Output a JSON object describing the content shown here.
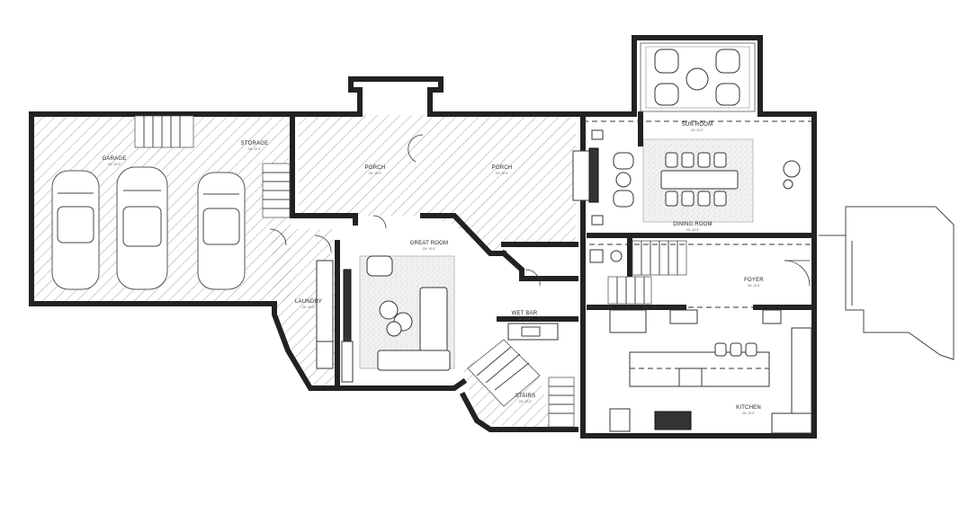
{
  "rooms": [
    {
      "id": "garage",
      "label": "GARAGE",
      "sub": "CH: 10'-0\""
    },
    {
      "id": "storage",
      "label": "STORAGE",
      "sub": "CH: 10'-0\""
    },
    {
      "id": "porch_left",
      "label": "PORCH",
      "sub": "CH: 10'-0\""
    },
    {
      "id": "porch_right",
      "label": "PORCH",
      "sub": "CH: 10'-0\""
    },
    {
      "id": "sun_room",
      "label": "SUN ROOM",
      "sub": "CH: 10'-0\""
    },
    {
      "id": "dining_room",
      "label": "DINING ROOM",
      "sub": "CH: 10'-0\""
    },
    {
      "id": "great_room",
      "label": "GREAT ROOM",
      "sub": "CH: 10'-0\""
    },
    {
      "id": "laundry",
      "label": "LAUNDRY",
      "sub": "CH: 10'-0\""
    },
    {
      "id": "wet_bar",
      "label": "WET BAR",
      "sub": "CH: 10'-0\""
    },
    {
      "id": "stairs",
      "label": "STAIRS",
      "sub": "CH: 10'-0\""
    },
    {
      "id": "foyer",
      "label": "FOYER",
      "sub": "CH: 10'-0\""
    },
    {
      "id": "kitchen",
      "label": "KITCHEN",
      "sub": "CH: 10'-0\""
    }
  ],
  "colors": {
    "wall": "#2a2a2a",
    "hatch": "#8a8a8a",
    "background": "#ffffff"
  }
}
